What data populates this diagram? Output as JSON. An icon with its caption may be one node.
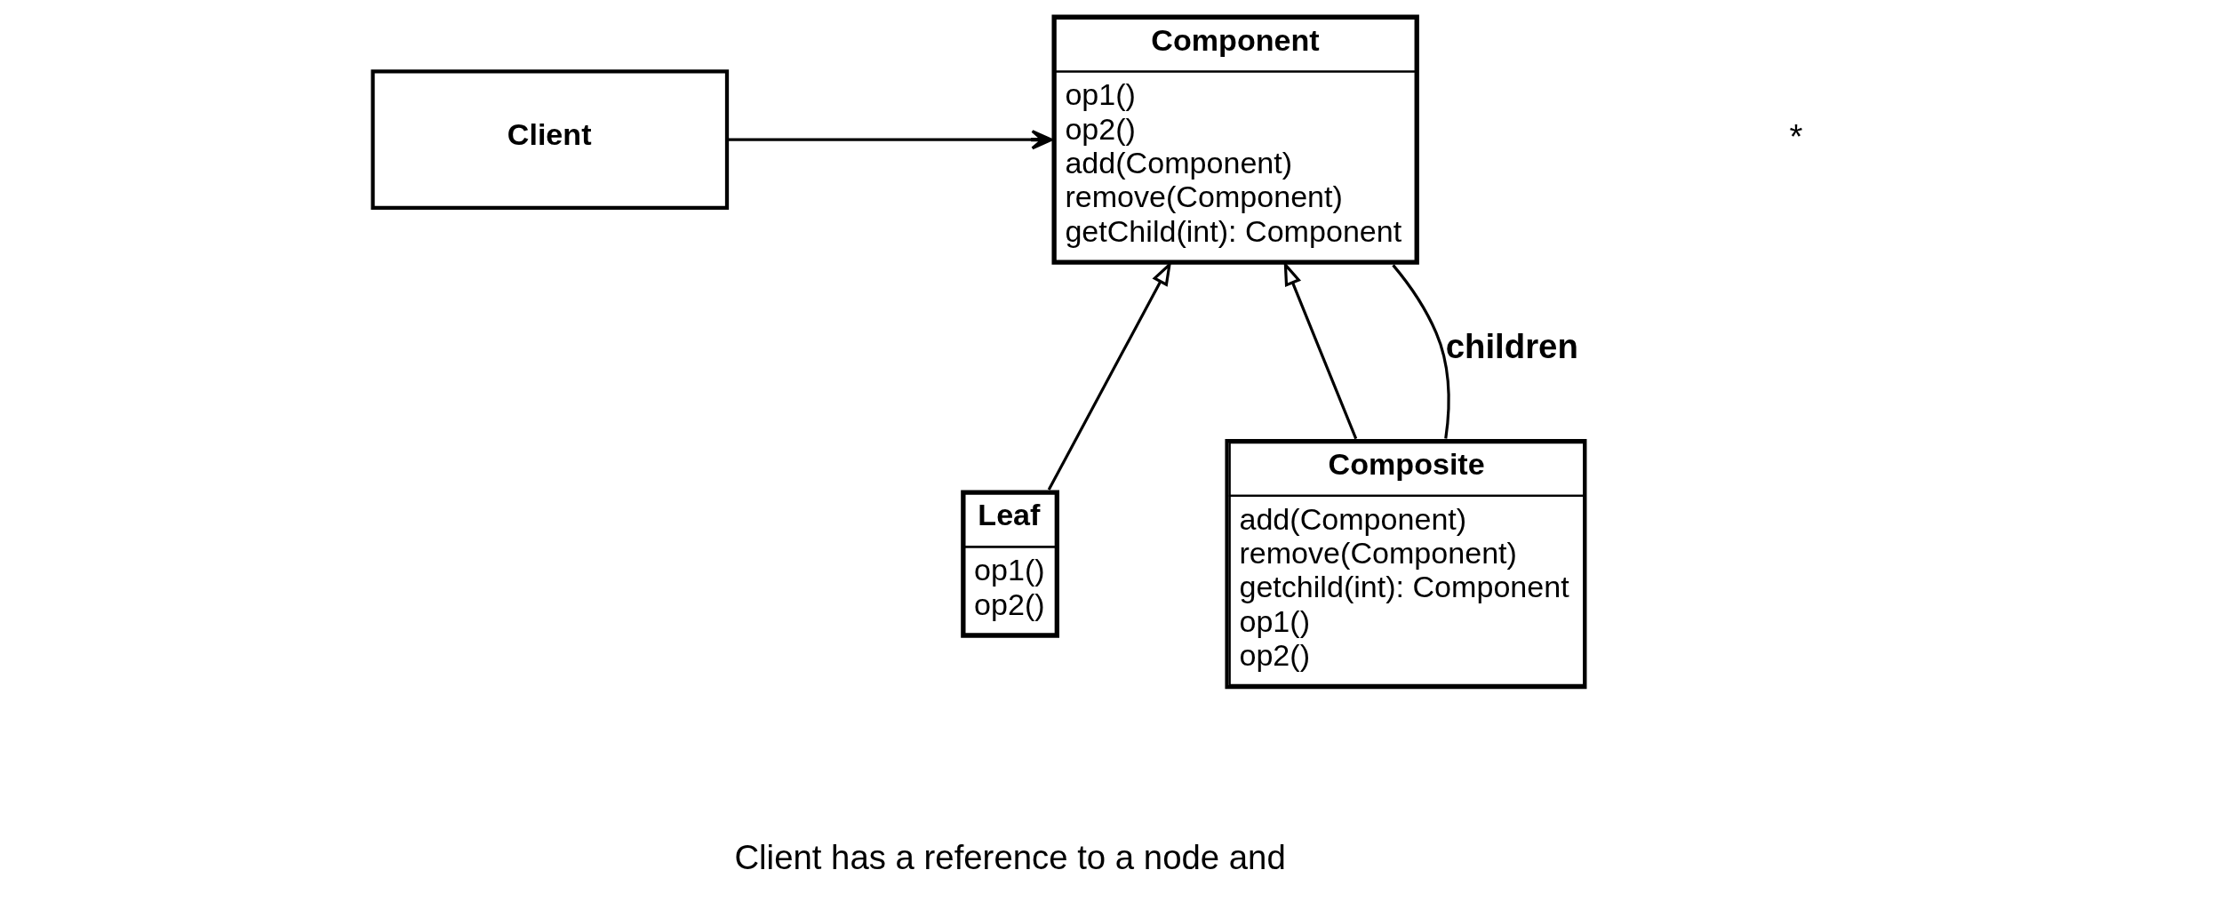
{
  "diagram": {
    "nodes": [
      {
        "text": [
          "Client"
        ]
      },
      {
        "text": [
          "Component",
          "op1()",
          "op2()",
          "add(Component)",
          "remove(Component)",
          "getChild(int): Component"
        ]
      },
      {
        "text": [
          "Leaf",
          "op1()",
          "op2()"
        ]
      },
      {
        "text": [
          "Composite",
          "add(Component)",
          "remove(Component)",
          "getchild(int): Component",
          "op1()",
          "op2()"
        ]
      }
    ],
    "edges": [
      {
        "from": 0,
        "to": 1,
        "arrow": "to"
      },
      {
        "from": 2,
        "to": 1,
        "arrow": "to"
      },
      {
        "from": 3,
        "to": 1,
        "arrow": "to"
      },
      {
        "from": 3,
        "to": 1,
        "arrow": "none",
        "label": "children"
      }
    ],
    "labels": [
      "*",
      "Client has a reference to a node and"
    ]
  }
}
